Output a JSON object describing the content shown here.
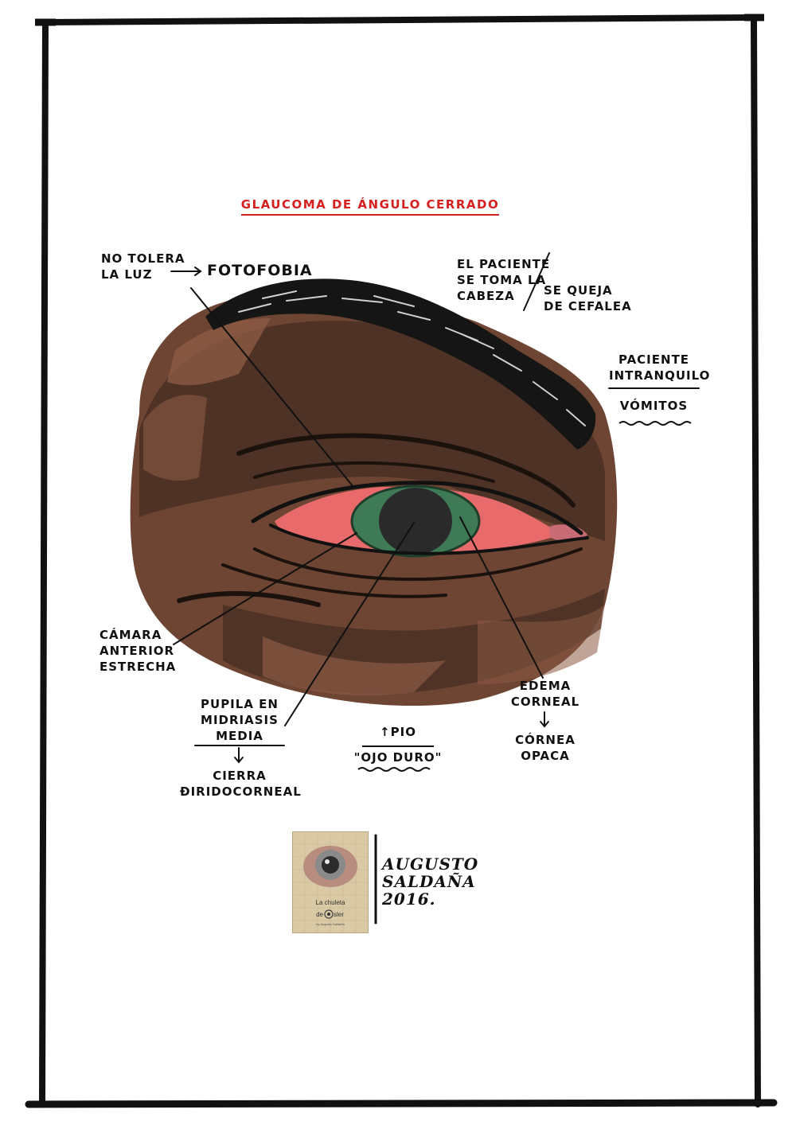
{
  "colors": {
    "title": "#d62020",
    "frame": "#111111",
    "skin_dark": "#4a3024",
    "skin_mid": "#6e4533",
    "skin_light": "#8c5a44",
    "iris": "#3e7a55",
    "pupil": "#2a2a2a",
    "sclera_red": "#e86a6a"
  },
  "title": "Glaucoma de ángulo cerrado",
  "labels": {
    "no_tolera": [
      "No tolera",
      "la luz"
    ],
    "fotofobia": "Fotofobia",
    "el_paciente": [
      "El paciente",
      "se toma la",
      "cabeza"
    ],
    "se_queja": [
      "Se queja",
      "de cefalea"
    ],
    "paciente_intranquilo": [
      "Paciente",
      "Intranquilo"
    ],
    "vomitos": "Vómitos",
    "camara": [
      "Cámara",
      "anterior",
      "estrecha"
    ],
    "pupila": [
      "pupila en",
      "midriasis",
      "media"
    ],
    "cierra": [
      "Cierra",
      "Ɖiridocorneal"
    ],
    "pio": "↑PIO",
    "ojo_duro": "\"ojo duro\"",
    "edema": [
      "Edema",
      "corneal"
    ],
    "cornea": [
      "Córnea",
      "opaca"
    ]
  },
  "logo": {
    "line1": "La chuleta",
    "line2_a": "de",
    "line2_b": "sler",
    "byline": "by Augusto Saldaña"
  },
  "signature": [
    "Augusto",
    "Saldaña",
    "2016."
  ]
}
